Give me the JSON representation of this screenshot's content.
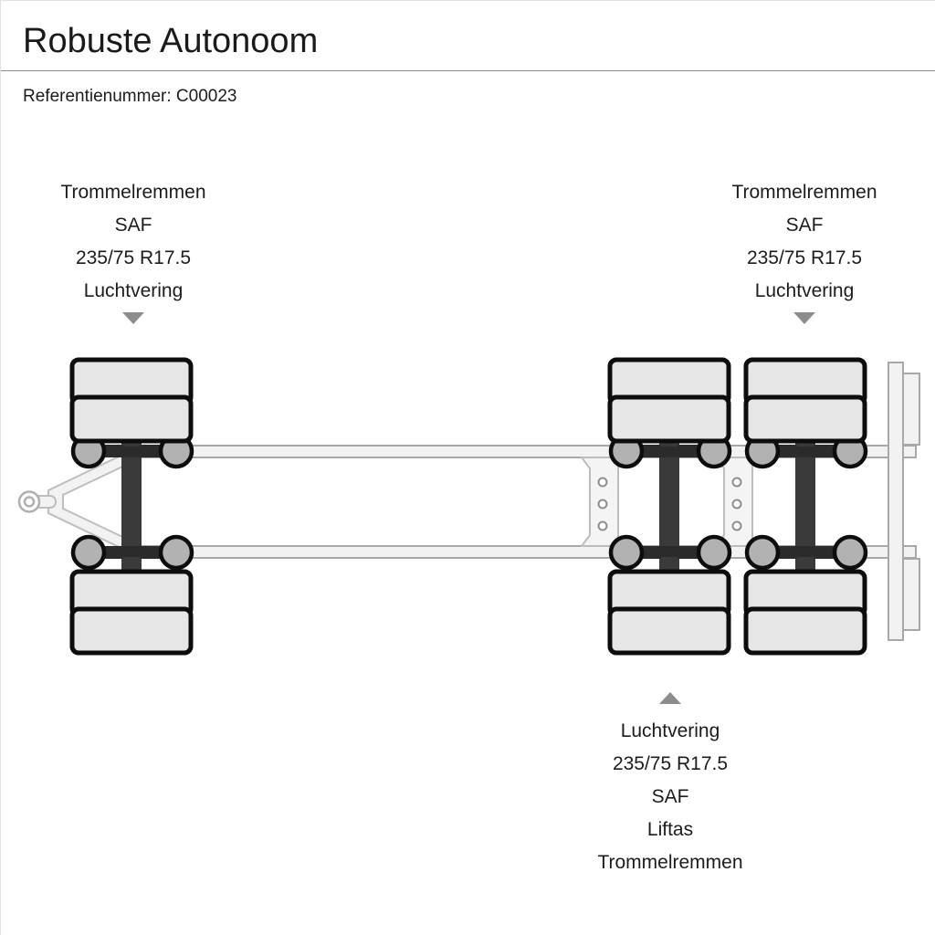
{
  "header": {
    "title": "Robuste Autonoom",
    "reference_label": "Referentienummer:",
    "reference_value": "C00023",
    "rule_color": "#8a8a8a"
  },
  "labels": {
    "front_axle": {
      "lines": [
        "Trommelremmen",
        "SAF",
        "235/75 R17.5",
        "Luchtvering"
      ],
      "arrow": "triangle-down-icon"
    },
    "rear_axle": {
      "lines": [
        "Trommelremmen",
        "SAF",
        "235/75 R17.5",
        "Luchtvering"
      ],
      "arrow": "triangle-down-icon"
    },
    "bogie_bottom": {
      "lines": [
        "Luchtvering",
        "235/75 R17.5",
        "SAF",
        "Liftas",
        "Trommelremmen"
      ],
      "arrow": "triangle-up-icon"
    }
  },
  "diagram": {
    "name": "trailer-top-view-schematic",
    "axle_count": 3,
    "wheels_per_side_per_axle": 2,
    "colors": {
      "tire_fill": "#e6e6e6",
      "tire_stroke": "#0d0d0d",
      "axle_beam": "#3a3a3a",
      "suspension_fill": "#b2b2b2",
      "suspension_stroke": "#0d0d0d",
      "chassis_fill": "#f2f2f2",
      "chassis_stroke": "#a8a8a8",
      "arrow_gray": "#8c8c8c",
      "background": "#ffffff"
    }
  }
}
